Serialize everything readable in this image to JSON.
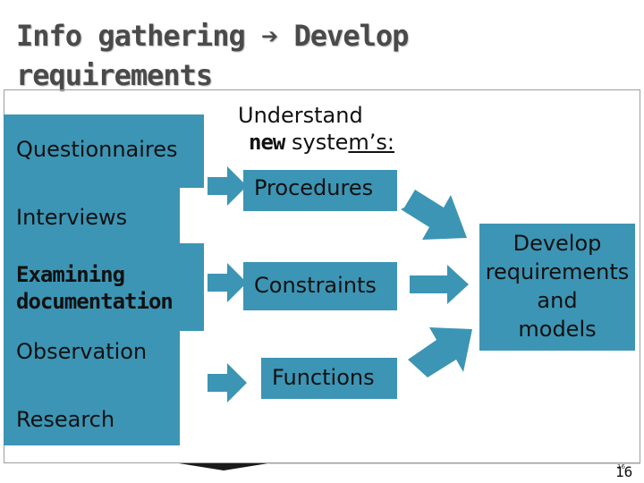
{
  "title": {
    "line1": "Info gathering ➔ Develop",
    "line2": "requirements"
  },
  "sources": {
    "questionnaires": "Questionnaires",
    "interviews": "Interviews",
    "examining_line1": "Examining",
    "examining_line2": "documentation",
    "observation": "Observation",
    "research": "Research"
  },
  "understand": {
    "line1": "Understand",
    "new_word": "new",
    "system": " syste",
    "tail": "m’s:"
  },
  "aspects": {
    "procedures": "Procedures",
    "constraints": "Constraints",
    "functions": "Functions"
  },
  "develop": {
    "line1": "Develop",
    "line2": "requirements",
    "line3": "and",
    "line4": "models"
  },
  "page_number": "16",
  "page_number_small": "16",
  "colors": {
    "box": "#3c95b4",
    "title": "#4a4a4a"
  }
}
